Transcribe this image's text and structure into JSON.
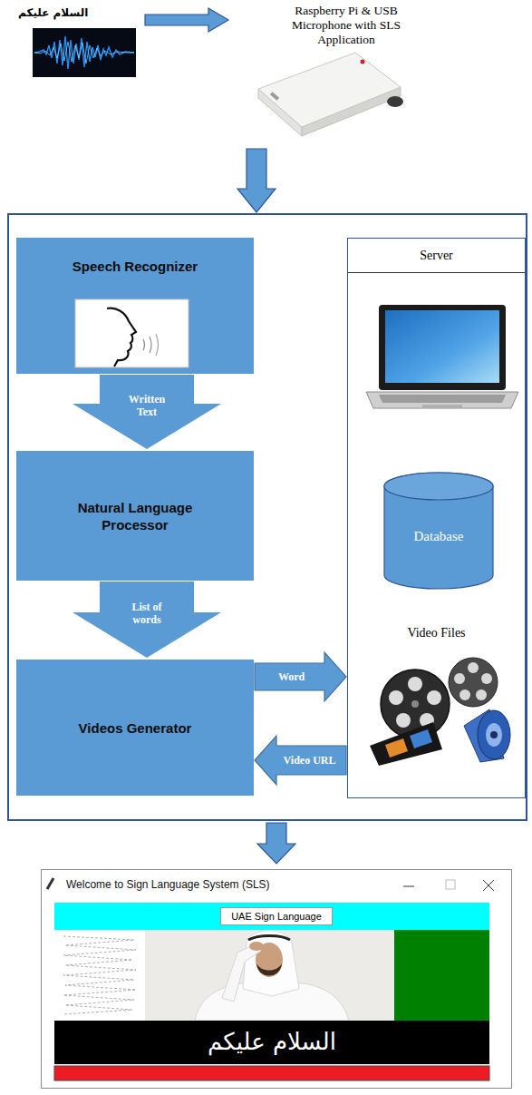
{
  "diagram": {
    "nodes": [
      {
        "text": [
          "السلام عليكم"
        ]
      },
      {
        "text": [
          "Raspberry Pi & USB Microphone with SLS Application"
        ]
      },
      {
        "text": []
      },
      {
        "text": [
          "Speech Recognizer"
        ],
        "in": 2
      },
      {
        "text": [
          "Natural Language Processor"
        ],
        "in": 2
      },
      {
        "text": [
          "Videos Generator"
        ],
        "in": 2
      },
      {
        "text": [
          "Server",
          "Video Files"
        ],
        "in": 2
      },
      {
        "text": [
          "Database"
        ],
        "in": 6
      },
      {
        "text": [
          "Welcome to Sign Language System (SLS)"
        ]
      },
      {
        "text": [
          "UAE Sign Language"
        ],
        "in": 8
      },
      {
        "text": [
          "السلام عليكم"
        ],
        "in": 8
      }
    ],
    "edges": [
      {
        "from": 0,
        "to": 1,
        "arrow": "to"
      },
      {
        "from": 1,
        "to": 2,
        "arrow": "to"
      },
      {
        "from": 3,
        "to": 4,
        "arrow": "to",
        "label": "Written Text"
      },
      {
        "from": 4,
        "to": 5,
        "arrow": "to",
        "label": "List of words"
      },
      {
        "from": 5,
        "to": 6,
        "arrow": "to",
        "label": "Word"
      },
      {
        "from": 6,
        "to": 5,
        "arrow": "to",
        "label": "Video URL"
      },
      {
        "from": 2,
        "to": 8,
        "arrow": "to"
      }
    ]
  }
}
